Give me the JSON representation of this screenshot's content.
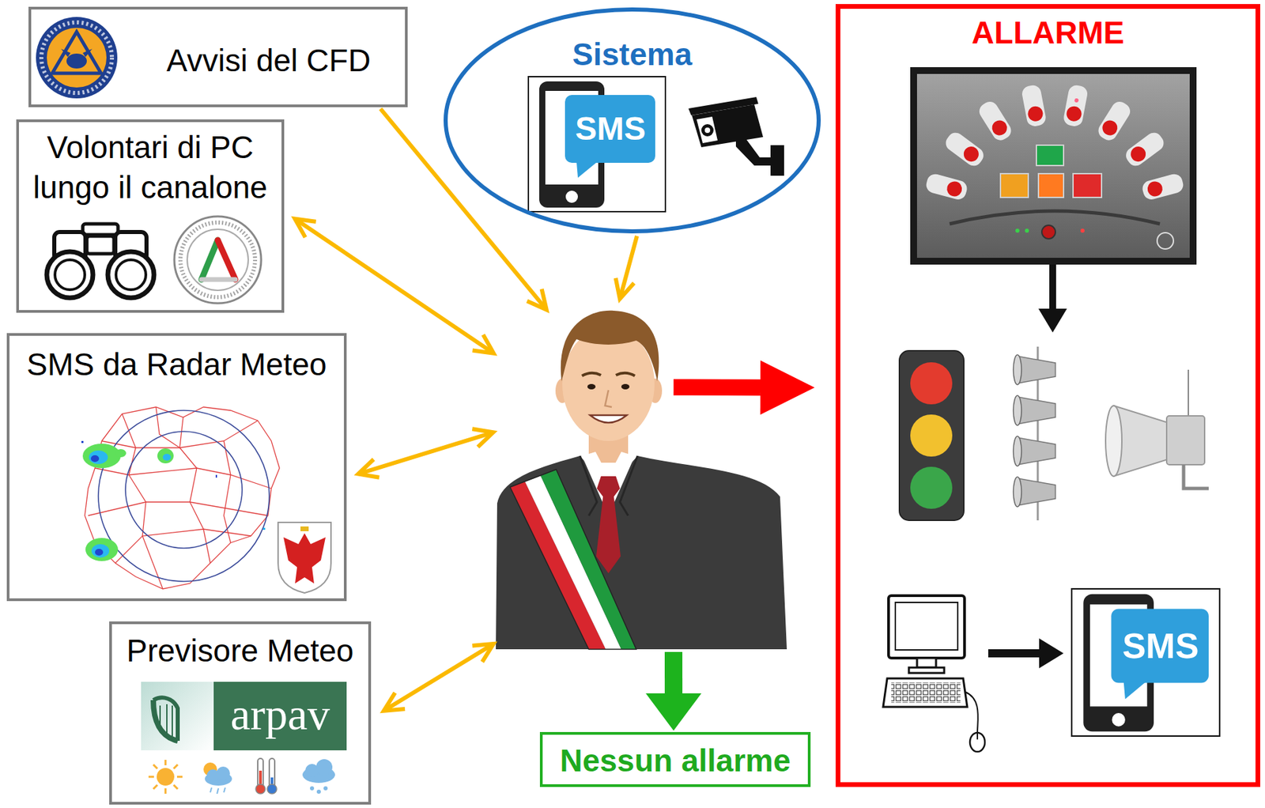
{
  "diagram": {
    "nodes": [
      {
        "text": [
          "Avvisi del CFD"
        ]
      },
      {
        "text": [
          "Volontari di PC lungo il canalone"
        ]
      },
      {
        "text": [
          "SMS da Radar Meteo"
        ]
      },
      {
        "text": [
          "Previsore Meteo"
        ]
      },
      {
        "text": [
          "Sistema"
        ]
      },
      {
        "text": []
      },
      {
        "text": [
          "Nessun allarme"
        ]
      },
      {
        "text": [
          "ALLARME"
        ]
      }
    ],
    "edges": [
      {
        "from": 0,
        "to": 5,
        "arrow": "to"
      },
      {
        "from": 1,
        "to": 5,
        "arrow": "both"
      },
      {
        "from": 2,
        "to": 5,
        "arrow": "both"
      },
      {
        "from": 3,
        "to": 5,
        "arrow": "both"
      },
      {
        "from": 4,
        "to": 5,
        "arrow": "to"
      },
      {
        "from": 5,
        "to": 7,
        "arrow": "to"
      },
      {
        "from": 5,
        "to": 6,
        "arrow": "to"
      }
    ],
    "labels": [
      "SMS",
      "arpav",
      "SMS"
    ]
  }
}
